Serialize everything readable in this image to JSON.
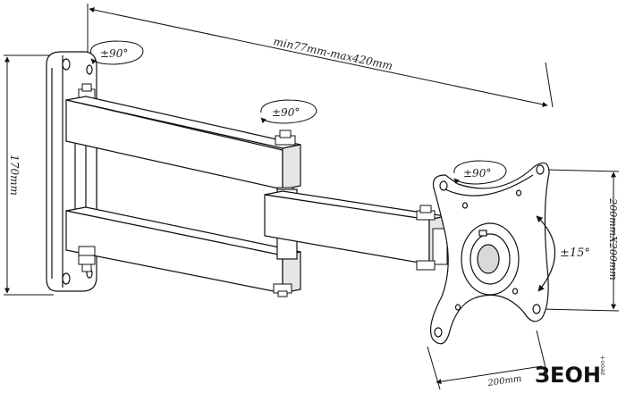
{
  "labels": {
    "reach": "min77mm-max420mm",
    "rot_wall": "±90°",
    "rot_mid": "±90°",
    "rot_plate": "±90°",
    "tilt": "±15°",
    "height": "170mm",
    "vesa": "200mmX200mm",
    "bottom_dim": "200mm"
  },
  "logo": {
    "mark": "ЗЕОН",
    "domain": "zeon+"
  },
  "colors": {
    "line": "#111111",
    "fill": "#ffffff",
    "shade": "#d9d9d9"
  }
}
